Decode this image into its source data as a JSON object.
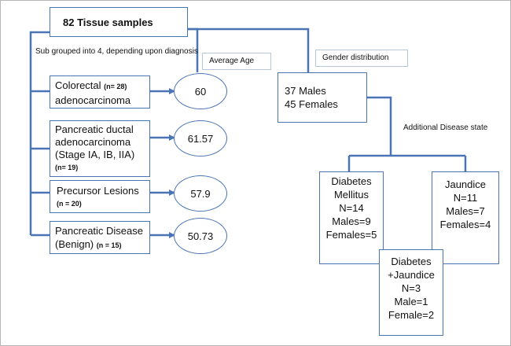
{
  "root": {
    "label": "82 Tissue samples"
  },
  "subgroup_note": {
    "line1": "Sub grouped into 4, depending upon",
    "line2": "diagnosis"
  },
  "average_age_label": "Average Age",
  "gender_distribution_label": "Gender distribution",
  "groups": [
    {
      "name_line1": "Colorectal",
      "name_suffix": "(n= 28)",
      "name_line2": "adenocarcinoma",
      "age": "60"
    },
    {
      "name_line1": "Pancreatic ductal",
      "name_line2": "adenocarcinoma",
      "name_line3": "(Stage IA, IB, IIA)",
      "name_suffix": "(n= 19)",
      "age": "61.57"
    },
    {
      "name_line1": "Precursor Lesions",
      "name_suffix": "(n = 20)",
      "age": "57.9"
    },
    {
      "name_line1": "Pancreatic Disease",
      "name_line2": "(Benign)",
      "name_suffix": "(n = 15)",
      "age": "50.73"
    }
  ],
  "gender": {
    "males": "37 Males",
    "females": "45 Females"
  },
  "additional_label": {
    "line1": "Additional Disease",
    "line2": "state"
  },
  "diabetes": {
    "l1": "Diabetes",
    "l2": "Mellitus",
    "l3": "N=14",
    "l4": "Males=9",
    "l5": "Females=5"
  },
  "jaundice": {
    "l1": "Jaundice",
    "l2": "N=11",
    "l3": "Males=7",
    "l4": "Females=4"
  },
  "combined": {
    "l1": "Diabetes",
    "l2": "+Jaundice",
    "l3": "N=3",
    "l4": "Male=1",
    "l5": "Female=2"
  },
  "colors": {
    "line": "#4a74b4",
    "box_border": "#4a74b4",
    "label_border": "#b9c6d8"
  }
}
